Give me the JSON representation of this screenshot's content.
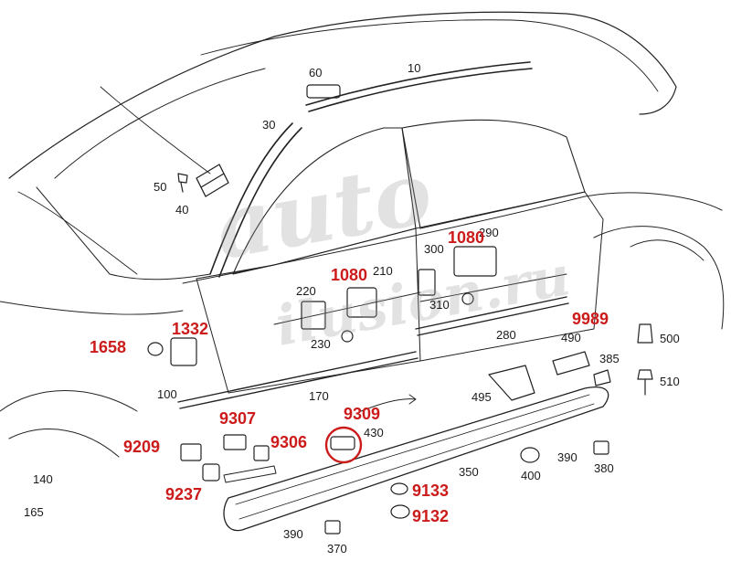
{
  "watermark": {
    "line1": "auto",
    "line2": "ilusion.ru"
  },
  "part_labels": [
    {
      "id": "p10",
      "text": "10"
    },
    {
      "id": "p30",
      "text": "30"
    },
    {
      "id": "p40",
      "text": "40"
    },
    {
      "id": "p50",
      "text": "50"
    },
    {
      "id": "p60",
      "text": "60"
    },
    {
      "id": "p100",
      "text": "100"
    },
    {
      "id": "p140",
      "text": "140"
    },
    {
      "id": "p165",
      "text": "165"
    },
    {
      "id": "p170",
      "text": "170"
    },
    {
      "id": "p210",
      "text": "210"
    },
    {
      "id": "p220",
      "text": "220"
    },
    {
      "id": "p230",
      "text": "230"
    },
    {
      "id": "p280",
      "text": "280"
    },
    {
      "id": "p290",
      "text": "290"
    },
    {
      "id": "p300",
      "text": "300"
    },
    {
      "id": "p310",
      "text": "310"
    },
    {
      "id": "p350",
      "text": "350"
    },
    {
      "id": "p370",
      "text": "370"
    },
    {
      "id": "p380",
      "text": "380"
    },
    {
      "id": "p385",
      "text": "385"
    },
    {
      "id": "p390a",
      "text": "390"
    },
    {
      "id": "p390b",
      "text": "390"
    },
    {
      "id": "p400",
      "text": "400"
    },
    {
      "id": "p430",
      "text": "430"
    },
    {
      "id": "p490",
      "text": "490"
    },
    {
      "id": "p495",
      "text": "495"
    },
    {
      "id": "p500",
      "text": "500"
    },
    {
      "id": "p510",
      "text": "510"
    }
  ],
  "highlight_labels": [
    {
      "id": "h1080a",
      "text": "1080"
    },
    {
      "id": "h1080b",
      "text": "1080"
    },
    {
      "id": "h1332",
      "text": "1332"
    },
    {
      "id": "h1658",
      "text": "1658"
    },
    {
      "id": "h9989",
      "text": "9989"
    },
    {
      "id": "h9307",
      "text": "9307"
    },
    {
      "id": "h9309",
      "text": "9309"
    },
    {
      "id": "h9306",
      "text": "9306"
    },
    {
      "id": "h9209",
      "text": "9209"
    },
    {
      "id": "h9237",
      "text": "9237"
    },
    {
      "id": "h9133",
      "text": "9133"
    },
    {
      "id": "h9132",
      "text": "9132"
    }
  ]
}
